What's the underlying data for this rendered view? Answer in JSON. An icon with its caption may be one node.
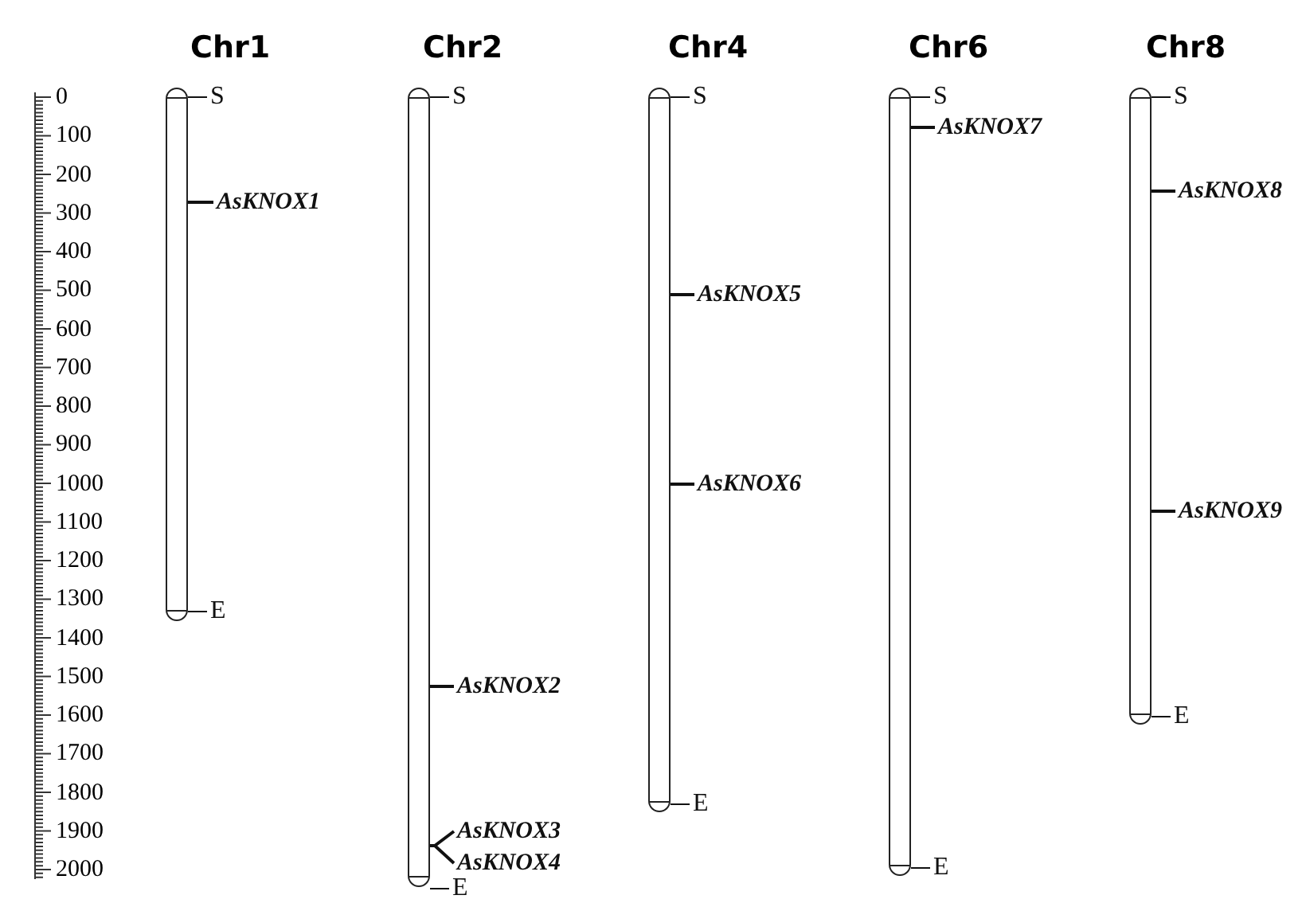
{
  "diagram": {
    "nodes": [
      {
        "text": [
          "Chr1"
        ]
      },
      {
        "text": [
          "S"
        ]
      },
      {
        "text": [
          "AsKNOX1"
        ]
      },
      {
        "text": [
          "E"
        ]
      },
      {
        "text": [
          "Chr2"
        ]
      },
      {
        "text": [
          "S"
        ]
      },
      {
        "text": [
          "AsKNOX2"
        ]
      },
      {
        "text": [
          "AsKNOX3"
        ]
      },
      {
        "text": [
          "AsKNOX4"
        ]
      },
      {
        "text": [
          "E"
        ]
      },
      {
        "text": [
          "Chr4"
        ]
      },
      {
        "text": [
          "S"
        ]
      },
      {
        "text": [
          "AsKNOX5"
        ]
      },
      {
        "text": [
          "AsKNOX6"
        ]
      },
      {
        "text": [
          "E"
        ]
      },
      {
        "text": [
          "Chr6"
        ]
      },
      {
        "text": [
          "S"
        ]
      },
      {
        "text": [
          "AsKNOX7"
        ]
      },
      {
        "text": [
          "E"
        ]
      },
      {
        "text": [
          "Chr8"
        ]
      },
      {
        "text": [
          "S"
        ]
      },
      {
        "text": [
          "AsKNOX8"
        ]
      },
      {
        "text": [
          "AsKNOX9"
        ]
      },
      {
        "text": [
          "E"
        ]
      }
    ],
    "edges": [
      {
        "from": 1,
        "to": 0,
        "arrow": "none"
      },
      {
        "from": 2,
        "to": 0,
        "arrow": "none"
      },
      {
        "from": 3,
        "to": 0,
        "arrow": "none"
      },
      {
        "from": 5,
        "to": 4,
        "arrow": "none"
      },
      {
        "from": 6,
        "to": 4,
        "arrow": "none"
      },
      {
        "from": 7,
        "to": 4,
        "arrow": "none"
      },
      {
        "from": 8,
        "to": 4,
        "arrow": "none"
      },
      {
        "from": 9,
        "to": 4,
        "arrow": "none"
      },
      {
        "from": 11,
        "to": 10,
        "arrow": "none"
      },
      {
        "from": 12,
        "to": 10,
        "arrow": "none"
      },
      {
        "from": 13,
        "to": 10,
        "arrow": "none"
      },
      {
        "from": 14,
        "to": 10,
        "arrow": "none"
      },
      {
        "from": 16,
        "to": 15,
        "arrow": "none"
      },
      {
        "from": 17,
        "to": 15,
        "arrow": "none"
      },
      {
        "from": 18,
        "to": 15,
        "arrow": "none"
      },
      {
        "from": 20,
        "to": 19,
        "arrow": "none"
      },
      {
        "from": 21,
        "to": 19,
        "arrow": "none"
      },
      {
        "from": 22,
        "to": 19,
        "arrow": "none"
      },
      {
        "from": 23,
        "to": 19,
        "arrow": "none"
      }
    ],
    "labels": [
      "0",
      "100",
      "200",
      "300",
      "400",
      "500",
      "600",
      "700",
      "800",
      "900",
      "1000",
      "1100",
      "1200",
      "1300",
      "1400",
      "1500",
      "1600",
      "1700",
      "1800",
      "1900",
      "2000"
    ]
  }
}
